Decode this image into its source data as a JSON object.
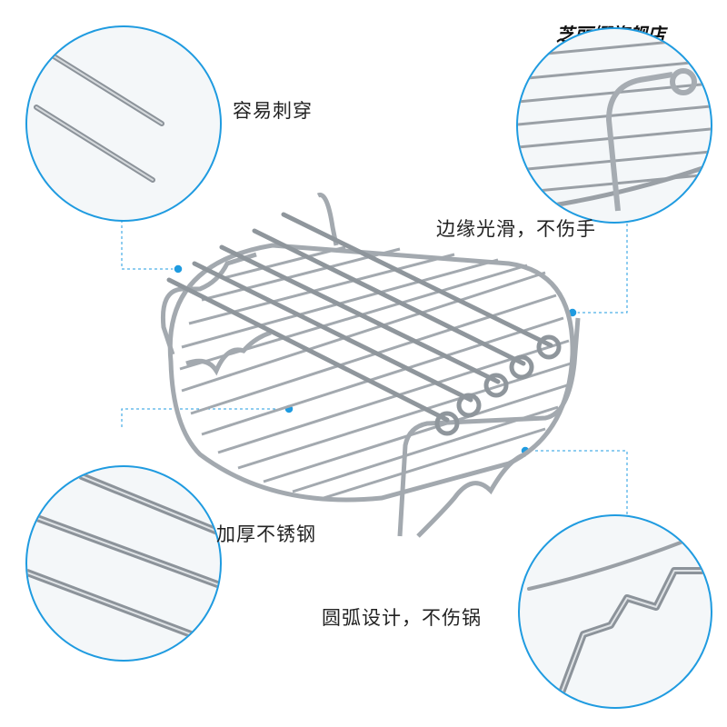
{
  "store_name": "芝丽娜旗舰店",
  "callouts": {
    "top_left": "容易刺穿",
    "top_right": "边缘光滑，不伤手",
    "bottom_left": "加厚不锈钢",
    "bottom_right": "圆弧设计，不伤锅"
  },
  "colors": {
    "accent": "#1f9be0",
    "metal": "#b9bec4",
    "metal_dark": "#7d848b",
    "background": "#ffffff"
  }
}
